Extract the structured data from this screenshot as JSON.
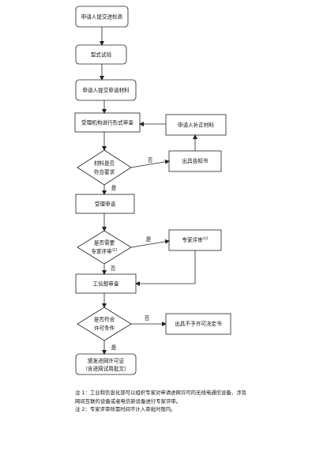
{
  "flowchart": {
    "nodes": {
      "submit_form": "申请人提交送检表",
      "type_test": "型式试验",
      "submit_materials": "申请人提交申请材料",
      "formal_review": "受理机构进行形式审查",
      "supplement": "申请人补正材料",
      "notice": "出具告知书",
      "materials_ok": [
        "材料是否",
        "符合要求"
      ],
      "accept": "受理申请",
      "need_expert": [
        "是否需要",
        "专家评审"
      ],
      "need_expert_note": "注1",
      "expert_review": "专家评审",
      "expert_review_note": "注2",
      "miit_review": "工信部审查",
      "meets_conditions": [
        "是否符合",
        "许可条件"
      ],
      "no_permit": "出具不予许可决定书",
      "issue_permit": [
        "颁发进网许可证",
        "（含进网试用批文）"
      ]
    },
    "edge_labels": {
      "no1": "否",
      "yes1": "是",
      "yes2": "是",
      "no2": "否",
      "no3": "否",
      "yes3": "是"
    }
  },
  "notes": {
    "note1_line1": "注 1：工业和信息化部可以组织专家对申请进网许可的无线电通信设备、涉及",
    "note1_line2": "网间互联的设备或者电信新设备进行专家评审。",
    "note2": "注 2：专家评审所需时间不计入审批时限内。"
  },
  "colors": {
    "line": "#222222",
    "box_fill": "#ffffff"
  }
}
